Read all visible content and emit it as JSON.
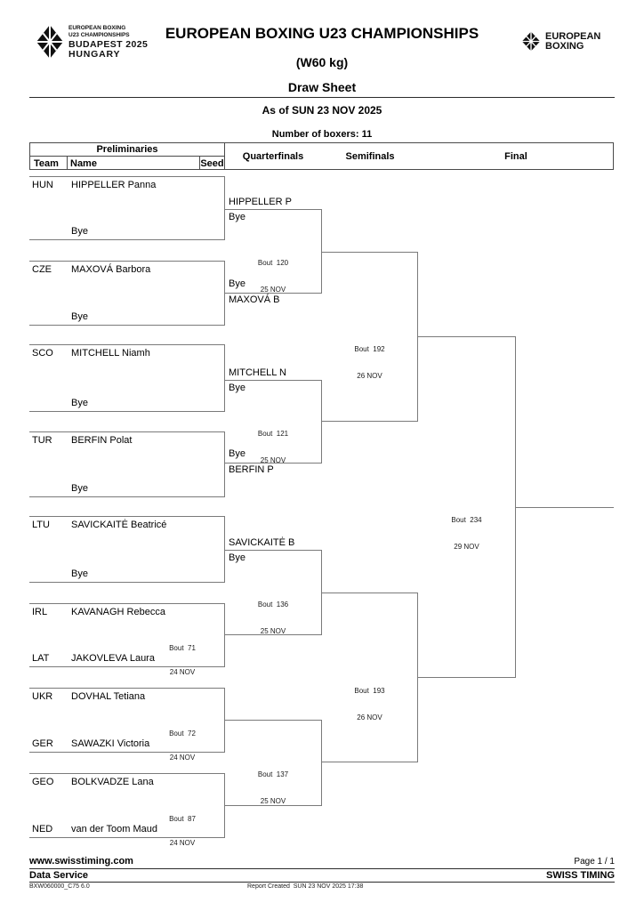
{
  "header": {
    "title": "EUROPEAN BOXING U23 CHAMPIONSHIPS",
    "weight_category": "(W60 kg)",
    "sheet_type": "Draw Sheet",
    "as_of": "As of SUN 23 NOV 2025",
    "boxer_count": "Number of boxers: 11",
    "event_logo": {
      "line1": "EUROPEAN BOXING",
      "line2": "U23 CHAMPIONSHIPS",
      "line3": "BUDAPEST 2025",
      "line4": "HUNGARY"
    },
    "org_logo": {
      "line1": "EUROPEAN",
      "line2": "BOXING"
    }
  },
  "columns": {
    "preliminaries": "Preliminaries",
    "team": "Team",
    "name": "Name",
    "seed": "Seed",
    "quarterfinals": "Quarterfinals",
    "semifinals": "Semifinals",
    "final": "Final"
  },
  "bracket": {
    "pairs": [
      {
        "team": "HUN",
        "name": "HIPPELLER Panna",
        "bottom_name": "Bye"
      },
      {
        "team": "CZE",
        "name": "MAXOVÁ Barbora",
        "bottom_name": "Bye"
      },
      {
        "team": "SCO",
        "name": "MITCHELL Niamh",
        "bottom_name": "Bye"
      },
      {
        "team": "TUR",
        "name": "BERFIN Polat",
        "bottom_name": "Bye"
      },
      {
        "team": "LTU",
        "name": "SAVICKAITĖ Beatricé",
        "bottom_name": "Bye"
      },
      {
        "team": "IRL",
        "name": "KAVANAGH Rebecca",
        "bout": "Bout  71",
        "date": "24 NOV",
        "bottom_team": "LAT",
        "bottom_name": "JAKOVLEVA Laura"
      },
      {
        "team": "UKR",
        "name": "DOVHAL Tetiana",
        "bout": "Bout  72",
        "date": "24 NOV",
        "bottom_team": "GER",
        "bottom_name": "SAWAZKI Victoria"
      },
      {
        "team": "GEO",
        "name": "BOLKVADZE Lana",
        "bout": "Bout  87",
        "date": "24 NOV",
        "bottom_team": "NED",
        "bottom_name": "van der Toom Maud"
      }
    ],
    "quarterfinals": [
      {
        "above_top": "HIPPELLER P",
        "below_top": "Bye",
        "above_bottom": "Bye",
        "below_bottom": "MAXOVÁ B",
        "bout": "Bout  120",
        "date": "25 NOV"
      },
      {
        "above_top": "MITCHELL N",
        "below_top": "Bye",
        "above_bottom": "Bye",
        "below_bottom": "BERFIN P",
        "bout": "Bout  121",
        "date": "25 NOV"
      },
      {
        "above_top": "SAVICKAITĖ B",
        "below_top": "Bye",
        "bout": "Bout  136",
        "date": "25 NOV"
      },
      {
        "bout": "Bout  137",
        "date": "25 NOV"
      }
    ],
    "semifinals": [
      {
        "bout": "Bout  192",
        "date": "26 NOV"
      },
      {
        "bout": "Bout  193",
        "date": "26 NOV"
      }
    ],
    "final_bout": {
      "bout": "Bout  234",
      "date": "29 NOV"
    }
  },
  "footer": {
    "website": "www.swisstiming.com",
    "page": "Page 1 / 1",
    "service": "Data Service",
    "brand": "SWISS TIMING",
    "report_code": "BXW060000_C75 6.0",
    "report_created": "Report Created  SUN 23 NOV 2025 17:38"
  }
}
